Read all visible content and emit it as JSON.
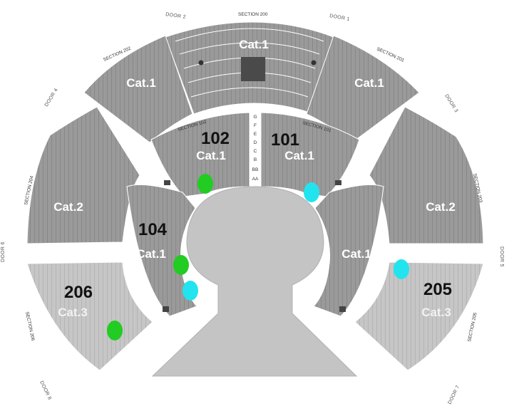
{
  "doors": {
    "door1": "DOOR 1",
    "door2": "DOOR 2",
    "door3": "DOOR 3",
    "door4": "DOOR 4",
    "door5": "DOOR 5",
    "door6": "DOOR 6",
    "door7": "DOOR 7",
    "door8": "DOOR 8"
  },
  "sections": {
    "s200": "SECTION 200",
    "s201": "SECTION 201",
    "s202": "SECTION 202",
    "s203": "SECTION 203",
    "s204": "SECTION 204",
    "s205": "SECTION 205",
    "s206": "SECTION 206",
    "s101": "SECTION 101",
    "s102": "SECTION 102"
  },
  "categories": {
    "cat1": "Cat.1",
    "cat2": "Cat.2",
    "cat3": "Cat.3"
  },
  "numbers": {
    "n101": "101",
    "n102": "102",
    "n104": "104",
    "n205": "205",
    "n206": "206"
  },
  "row_letters": {
    "center": [
      "G",
      "F",
      "E",
      "D",
      "C",
      "B",
      "BB",
      "AA"
    ]
  },
  "markers": [
    {
      "id": "marker-102",
      "color": "#22cc22"
    },
    {
      "id": "marker-101",
      "color": "#22e4ee"
    },
    {
      "id": "marker-104-green",
      "color": "#22cc22"
    },
    {
      "id": "marker-104-cyan",
      "color": "#22e4ee"
    },
    {
      "id": "marker-205",
      "color": "#22e4ee"
    },
    {
      "id": "marker-206",
      "color": "#22cc22"
    }
  ],
  "colors": {
    "seat_dark": "#9a9a9a",
    "seat_light": "#c6c6c6",
    "stage": "#c4c4c4",
    "green": "#22cc22",
    "cyan": "#22e4ee"
  }
}
